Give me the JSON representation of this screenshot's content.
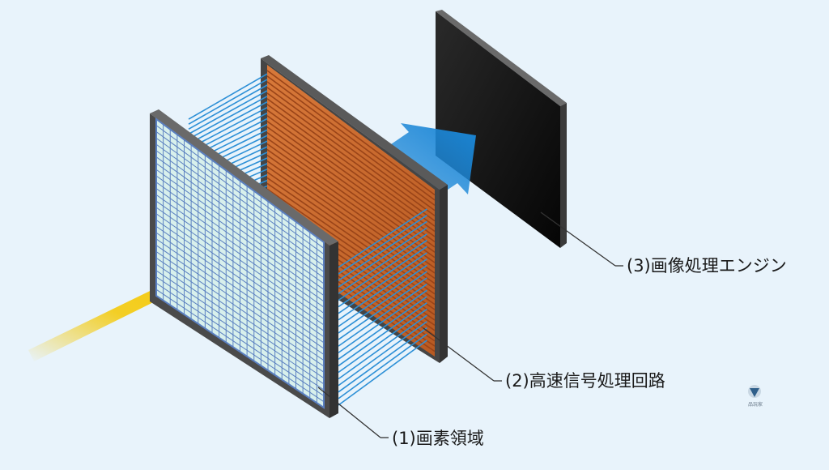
{
  "labels": {
    "engine": "(3)画像処理エンジン",
    "circuit": "(2)高速信号処理回路",
    "pixel": "(1)画素領域"
  },
  "watermark": {
    "icon": "triangle-logo-icon",
    "text": "品玩家"
  },
  "colors": {
    "background": "#e8f3fb",
    "frame": "#4a4a4a",
    "pixel_panel": "#d8f0ec",
    "pixel_grid": "#5a7fc0",
    "circuit_panel": "#c8642a",
    "signal_lines": "#2c8fd6",
    "engine_panel": "#0b0b0b",
    "input_arrow": "#f5c800",
    "output_arrow": "#1e88d8"
  }
}
